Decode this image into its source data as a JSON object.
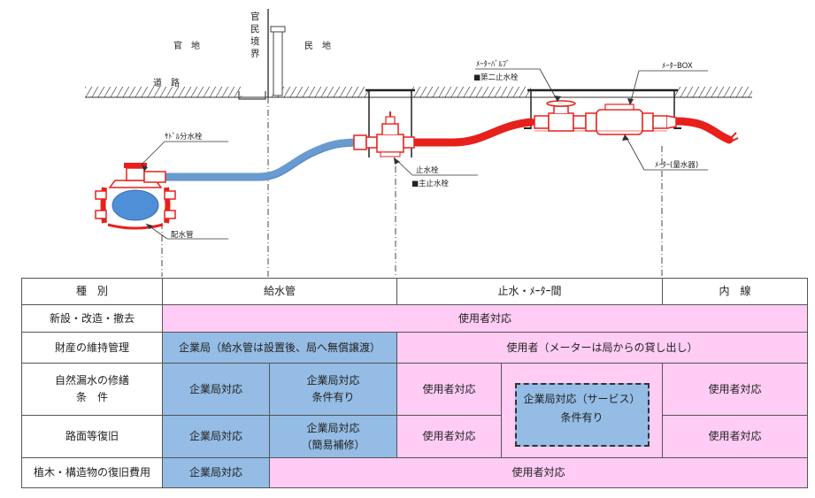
{
  "labels": {
    "boundary_vertical": [
      "官",
      "民",
      "境",
      "界"
    ],
    "public_land": "官　地",
    "private_land": "民　地",
    "road": "道　路",
    "saddle_valve": "ｻﾄﾞﾙ分水栓",
    "distribution_main": "配水管",
    "stop_valve": "止水栓",
    "main_stop_valve": "■主止水栓",
    "meter_valve": "ﾒｰﾀｰﾊﾞﾙﾌﾞ",
    "second_stop_valve": "■第二止水栓",
    "meter_box": "ﾒｰﾀｰBOX",
    "meter": "ﾒｰﾀｰ(量水器)"
  },
  "colors": {
    "supply_pipe": "#6a9bd0",
    "internal_pipe": "#e8201c",
    "main_pipe": "#4e8fd8",
    "valve": "#e8201c",
    "pink_cell": "#ffccf5",
    "blue_cell": "#94bce4"
  },
  "table": {
    "header": {
      "category": "種　別",
      "supply_pipe": "給水管",
      "stop_meter_section": "止水・ﾒｰﾀｰ間",
      "internal": "内　線"
    },
    "rows": [
      {
        "label": "新設・改造・撤去",
        "all": "使用者対応"
      },
      {
        "label": "財産の維持管理",
        "supply": "企業局（給水管は設置後、局へ無償譲渡）",
        "rest": "使用者（メーターは局からの貸し出し）"
      },
      {
        "label_lines": [
          "自然漏水の修繕",
          "条　件"
        ],
        "supply_a": "企業局対応",
        "supply_b_lines": [
          "企業局対応",
          "条件有り"
        ],
        "section_left": "使用者対応",
        "internal": "使用者対応"
      },
      {
        "label": "路面等復旧",
        "supply_a": "企業局対応",
        "supply_b_lines": [
          "企業局対応",
          "（簡易補修）"
        ],
        "section_left": "使用者対応",
        "internal": "使用者対応"
      },
      {
        "label": "植木・構造物の復旧費用",
        "supply_a": "企業局対応",
        "rest": "使用者対応"
      }
    ],
    "service_box_lines": [
      "企業局対応（サービス）",
      "条件有り"
    ]
  }
}
